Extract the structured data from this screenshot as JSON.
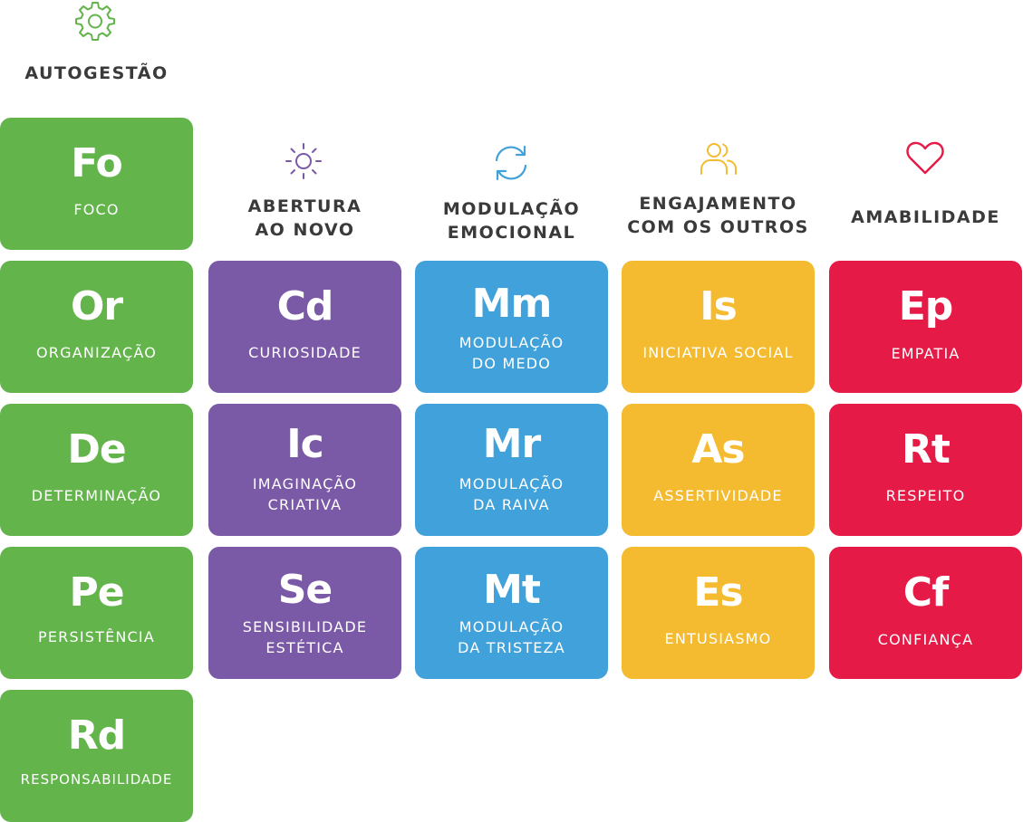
{
  "colors": {
    "green": "#62b44b",
    "purple": "#7a59a6",
    "blue": "#40a1db",
    "yellow": "#f4bb30",
    "red": "#e51a46",
    "heading": "#3a3a3a"
  },
  "groups": [
    {
      "key": "autogestao",
      "icon": "gear-icon",
      "title": [
        "AUTOGESTÃO"
      ],
      "tiles": [
        {
          "abbr": "Fo",
          "name": [
            "FOCO"
          ]
        },
        {
          "abbr": "Or",
          "name": [
            "ORGANIZAÇÃO"
          ]
        },
        {
          "abbr": "De",
          "name": [
            "DETERMINAÇÃO"
          ]
        },
        {
          "abbr": "Pe",
          "name": [
            "PERSISTÊNCIA"
          ]
        },
        {
          "abbr": "Rd",
          "name": [
            "RESPONSABILIDADE"
          ]
        }
      ]
    },
    {
      "key": "abertura",
      "icon": "sun-icon",
      "title": [
        "ABERTURA",
        "AO NOVO"
      ],
      "tiles": [
        {
          "abbr": "Cd",
          "name": [
            "CURIOSIDADE"
          ]
        },
        {
          "abbr": "Ic",
          "name": [
            "IMAGINAÇÃO",
            "CRIATIVA"
          ]
        },
        {
          "abbr": "Se",
          "name": [
            "SENSIBILIDADE",
            "ESTÉTICA"
          ]
        }
      ]
    },
    {
      "key": "modulacao",
      "icon": "refresh-icon",
      "title": [
        "MODULAÇÃO",
        "EMOCIONAL"
      ],
      "tiles": [
        {
          "abbr": "Mm",
          "name": [
            "MODULAÇÃO",
            "DO MEDO"
          ]
        },
        {
          "abbr": "Mr",
          "name": [
            "MODULAÇÃO",
            "DA RAIVA"
          ]
        },
        {
          "abbr": "Mt",
          "name": [
            "MODULAÇÃO",
            "DA TRISTEZA"
          ]
        }
      ]
    },
    {
      "key": "engajamento",
      "icon": "people-icon",
      "title": [
        "ENGAJAMENTO",
        "COM OS OUTROS"
      ],
      "tiles": [
        {
          "abbr": "Is",
          "name": [
            "INICIATIVA SOCIAL"
          ]
        },
        {
          "abbr": "As",
          "name": [
            "ASSERTIVIDADE"
          ]
        },
        {
          "abbr": "Es",
          "name": [
            "ENTUSIASMO"
          ]
        }
      ]
    },
    {
      "key": "amabilidade",
      "icon": "heart-icon",
      "title": [
        "AMABILIDADE"
      ],
      "tiles": [
        {
          "abbr": "Ep",
          "name": [
            "EMPATIA"
          ]
        },
        {
          "abbr": "Rt",
          "name": [
            "RESPEITO"
          ]
        },
        {
          "abbr": "Cf",
          "name": [
            "CONFIANÇA"
          ]
        }
      ]
    }
  ]
}
